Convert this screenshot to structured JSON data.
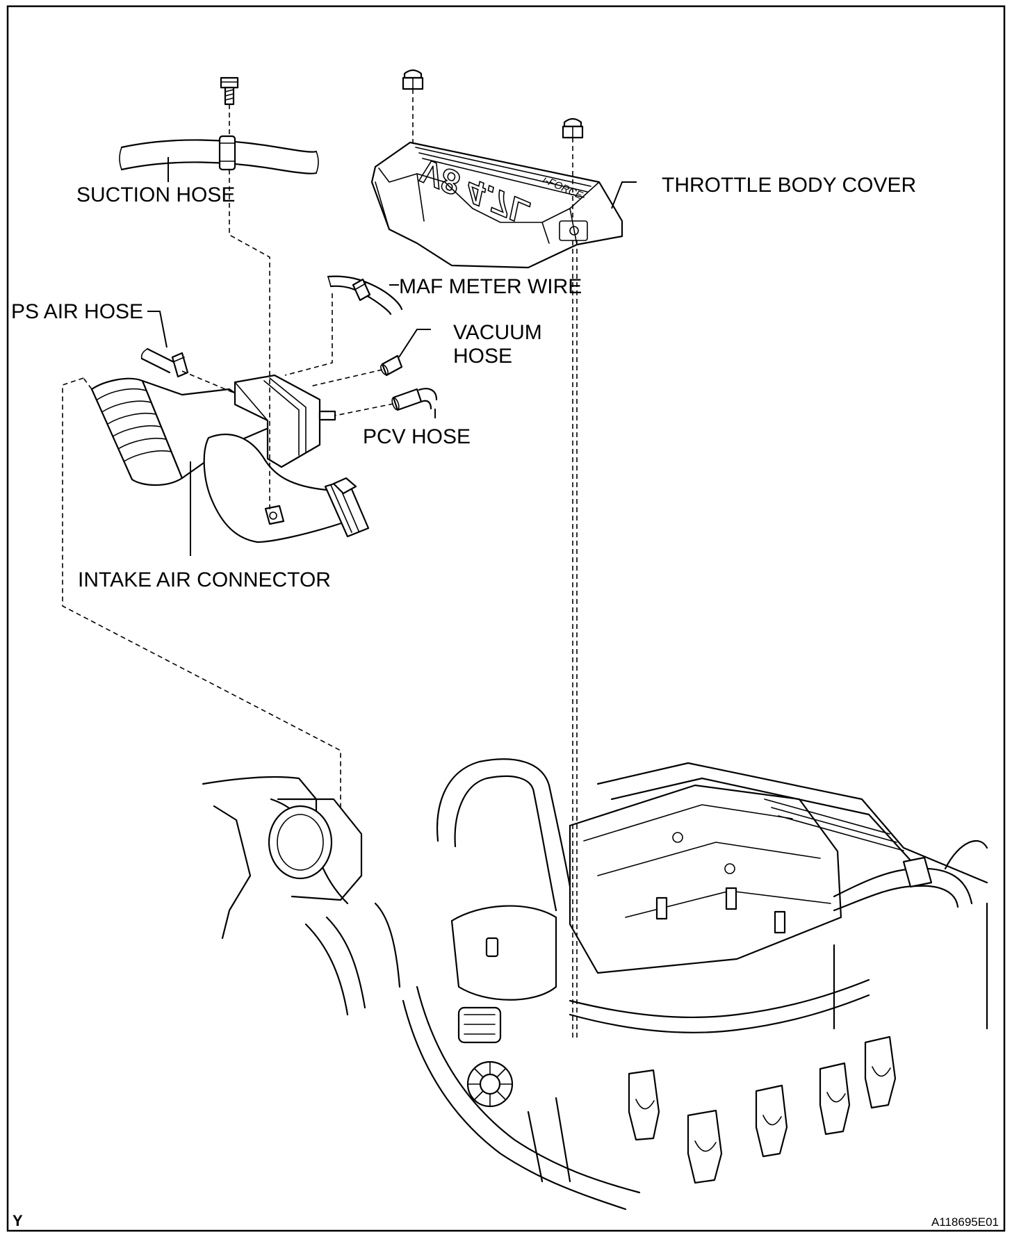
{
  "labels": {
    "suction_hose": "SUCTION HOSE",
    "throttle_body_cover": "THROTTLE BODY COVER",
    "maf_meter_wire": "MAF METER WIRE",
    "ps_air_hose": "PS AIR HOSE",
    "vacuum_hose_line1": "VACUUM",
    "vacuum_hose_line2": "HOSE",
    "pcv_hose": "PCV HOSE",
    "intake_air_connector": "INTAKE AIR CONNECTOR"
  },
  "cover_emblem": {
    "engine_text": "V8 4.7L",
    "badge_text": "i-FORCE"
  },
  "corner": {
    "left": "Y",
    "right": "A118695E01"
  }
}
